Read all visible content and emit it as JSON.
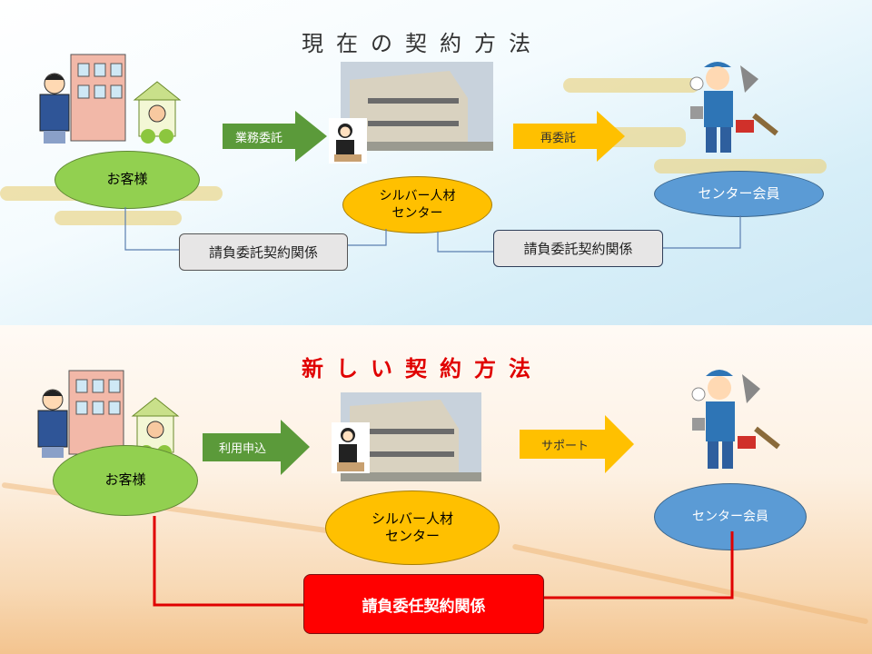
{
  "current": {
    "title": "現在の契約方法",
    "customer": "お客様",
    "arrow1": "業務委託",
    "center": [
      "シルバー人材",
      "センター"
    ],
    "arrow2": "再委託",
    "member": "センター会員",
    "relation_left": "請負委託契約関係",
    "relation_right": "請負委託契約関係"
  },
  "new": {
    "title": "新しい契約方法",
    "customer": "お客様",
    "arrow1": "利用申込",
    "center": [
      "シルバー人材",
      "センター"
    ],
    "arrow2": "サポート",
    "member": "センター会員",
    "relation": "請負委任契約関係"
  },
  "colors": {
    "green_ellipse": "#92d050",
    "green_arrow": "#5b9a3a",
    "yellow": "#ffc000",
    "blue": "#5b9bd5",
    "red": "#ff0000",
    "gray_box": "#e7e6e6"
  }
}
